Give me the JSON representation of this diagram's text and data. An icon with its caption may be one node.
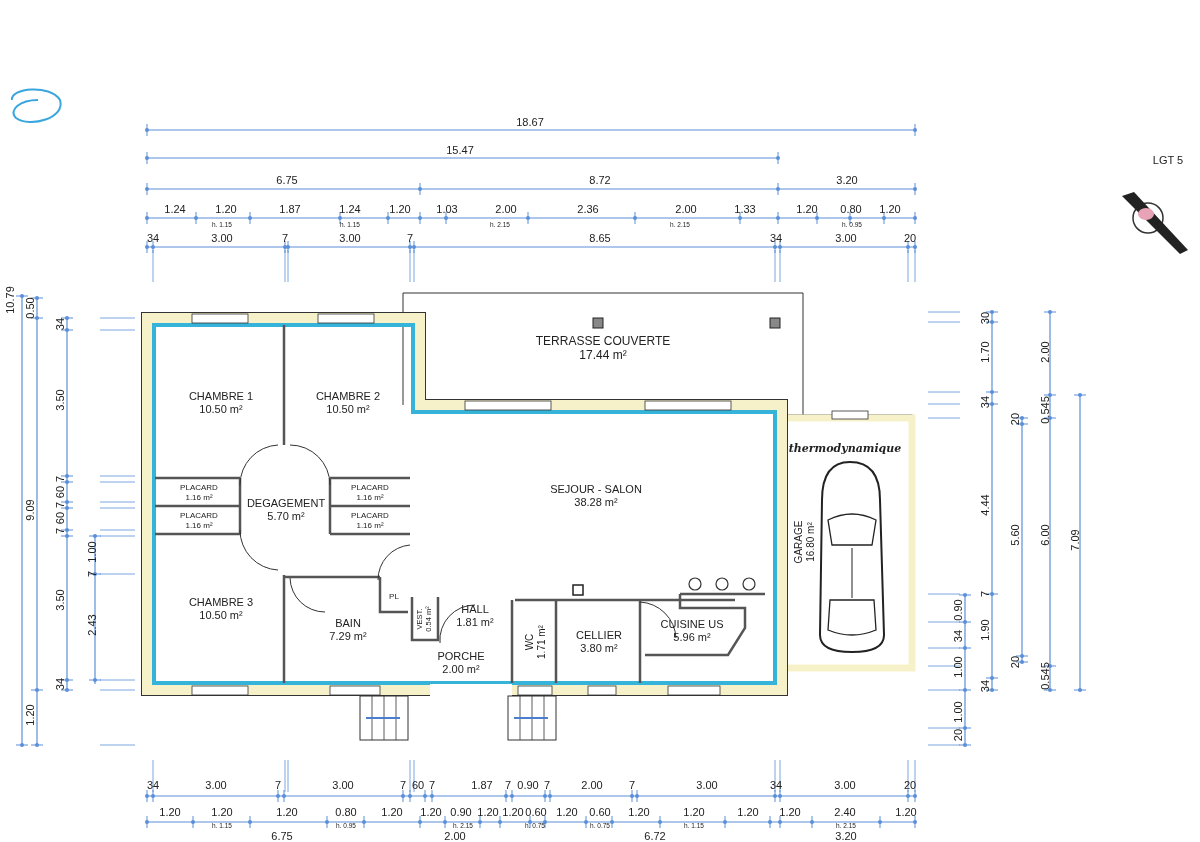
{
  "diagram": {
    "nodes": [
      {
        "text": [
          "TERRASSE COUVERTE",
          "17.44 m²"
        ]
      },
      {
        "text": [
          "CHAMBRE 1",
          "10.50 m²"
        ]
      },
      {
        "text": [
          "CHAMBRE 2",
          "10.50 m²"
        ]
      },
      {
        "text": [
          "PLACARD",
          "1.16 m²"
        ]
      },
      {
        "text": [
          "PLACARD",
          "1.16 m²"
        ]
      },
      {
        "text": [
          "DEGAGEMENT",
          "5.70 m²"
        ]
      },
      {
        "text": [
          "PLACARD",
          "1.16 m²"
        ]
      },
      {
        "text": [
          "PLACARD",
          "1.16 m²"
        ]
      },
      {
        "text": [
          "CHAMBRE 3",
          "10.50 m²"
        ]
      },
      {
        "text": [
          "BAIN",
          "7.29 m²"
        ]
      },
      {
        "text": [
          "PL"
        ],
        "in": 9
      },
      {
        "text": [
          "VEST.",
          "0.54 m²"
        ]
      },
      {
        "text": [
          "SEJOUR - SALON",
          "38.28 m²"
        ]
      },
      {
        "text": [
          "HALL",
          "1.81 m²"
        ]
      },
      {
        "text": [
          "WC",
          "1.71 m²"
        ]
      },
      {
        "text": [
          "CELLIER",
          "3.80 m²"
        ]
      },
      {
        "text": [
          "CUISINE US",
          "5.96 m²"
        ]
      },
      {
        "text": [
          "PORCHE",
          "2.00 m²"
        ]
      },
      {
        "text": [
          "GARAGE",
          "16.80 m²"
        ]
      }
    ],
    "labels": [
      "18.67",
      "15.47",
      "6.75",
      "8.72",
      "3.20",
      "1.24",
      "1.20",
      "1.87",
      "1.24",
      "1.20",
      "1.03",
      "2.00",
      "2.36",
      "2.00",
      "1.33",
      "1.20",
      "0.80",
      "1.20",
      "h. 1.15",
      "h. 1.15",
      "h. 2.15",
      "h. 2.15",
      "h. 0.95",
      "34",
      "3.00",
      "7",
      "3.00",
      "7",
      "8.65",
      "34",
      "3.00",
      "20",
      "10.79",
      "0.50",
      "9.09",
      "1.20",
      "34",
      "3.50",
      "7",
      "60",
      "7",
      "60",
      "7",
      "3.50",
      "34",
      "1.00",
      "7",
      "2.43",
      "30",
      "1.70",
      "2.00",
      "34",
      "0.545",
      "20",
      "4.44",
      "5.60",
      "6.00",
      "7.09",
      "7",
      "0.90",
      "1.90",
      "34",
      "20",
      "1.00",
      "34",
      "0.545",
      "1.00",
      "20",
      "34",
      "3.00",
      "7",
      "3.00",
      "7",
      "60",
      "7",
      "1.87",
      "7",
      "0.90",
      "7",
      "2.00",
      "7",
      "3.00",
      "34",
      "3.00",
      "20",
      "1.20",
      "1.20",
      "1.20",
      "0.80",
      "1.20",
      "1.20",
      "0.90",
      "1.20",
      "1.20",
      "0.60",
      "1.20",
      "0.60",
      "1.20",
      "1.20",
      "1.20",
      "1.20",
      "2.40",
      "1.20",
      "h. 1.15",
      "h. 0.95",
      "h. 2.15",
      "h. 0.75",
      "h. 0.75",
      "h. 1.15",
      "h. 2.15",
      "6.75",
      "2.00",
      "6.72",
      "3.20",
      "LGT 5",
      "thermodynamique"
    ]
  }
}
